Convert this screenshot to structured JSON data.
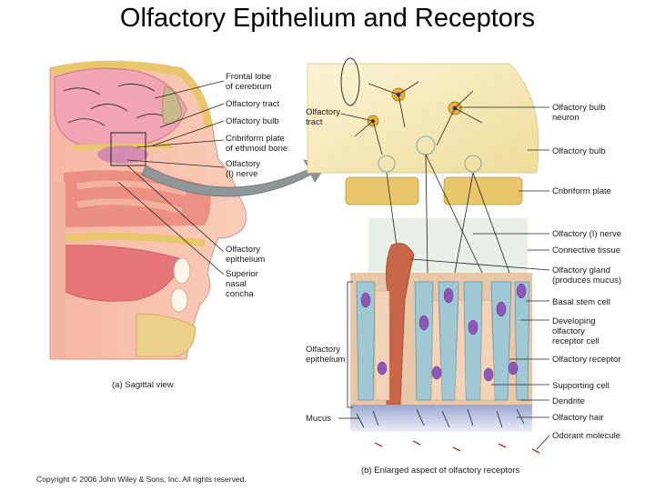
{
  "title": "Olfactory Epithelium and Receptors",
  "panel_a": {
    "caption": "(a) Sagittal view",
    "labels": [
      [
        "Frontal lobe",
        "of cerebrum"
      ],
      [
        "Olfactory tract"
      ],
      [
        "Olfactory bulb"
      ],
      [
        "Cribriform plate",
        "of ethmoid bone"
      ],
      [
        "Olfactory",
        "(I) nerve"
      ],
      [
        "Olfactory",
        "epithelium"
      ],
      [
        "Superior",
        "nasal",
        "concha"
      ]
    ]
  },
  "panel_b": {
    "caption": "(b) Enlarged aspect of olfactory receptors",
    "left_labels": {
      "tract": [
        "Olfactory",
        "tract"
      ],
      "epithelium": [
        "Olfactory",
        "epithelium"
      ],
      "mucus": "Mucus"
    },
    "right_labels": [
      [
        "Olfactory bulb",
        "neuron"
      ],
      [
        "Olfactory bulb"
      ],
      [
        "Cribriform plate"
      ],
      [
        "Olfactory (I) nerve"
      ],
      [
        "Connective tissue"
      ],
      [
        "Olfactory gland",
        "(produces mucus)"
      ],
      [
        "Basal stem cell"
      ],
      [
        "Developing",
        "olfactory",
        "receptor cell"
      ],
      [
        "Olfactory receptor"
      ],
      [
        "Supporting cell"
      ],
      [
        "Dendrite"
      ],
      [
        "Olfactory hair"
      ],
      [
        "Odorant molecule"
      ]
    ]
  },
  "copyright": "Copyright © 2006 John Wiley & Sons, Inc. All rights reserved."
}
